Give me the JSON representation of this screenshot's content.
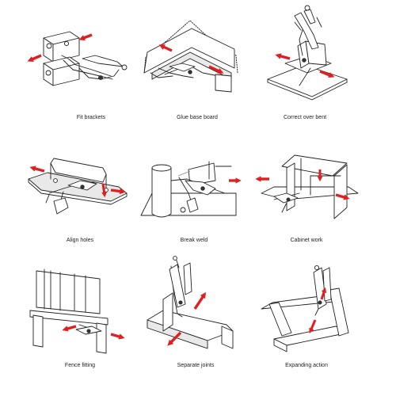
{
  "accent_color": "#e02020",
  "panels": [
    {
      "caption": "Fit brackets",
      "icon": "brackets-clamp-icon"
    },
    {
      "caption": "Glue base board",
      "icon": "glue-board-clamp-icon"
    },
    {
      "caption": "Correct over bent",
      "icon": "bent-correction-clamp-icon"
    },
    {
      "caption": "Align holes",
      "icon": "align-holes-clamp-icon"
    },
    {
      "caption": "Break weld",
      "icon": "break-weld-clamp-icon"
    },
    {
      "caption": "Cabinet work",
      "icon": "cabinet-clamp-icon"
    },
    {
      "caption": "Fence fitting",
      "icon": "fence-clamp-icon"
    },
    {
      "caption": "Separate joints",
      "icon": "separate-joints-clamp-icon"
    },
    {
      "caption": "Expanding action",
      "icon": "expanding-clamp-icon"
    }
  ]
}
